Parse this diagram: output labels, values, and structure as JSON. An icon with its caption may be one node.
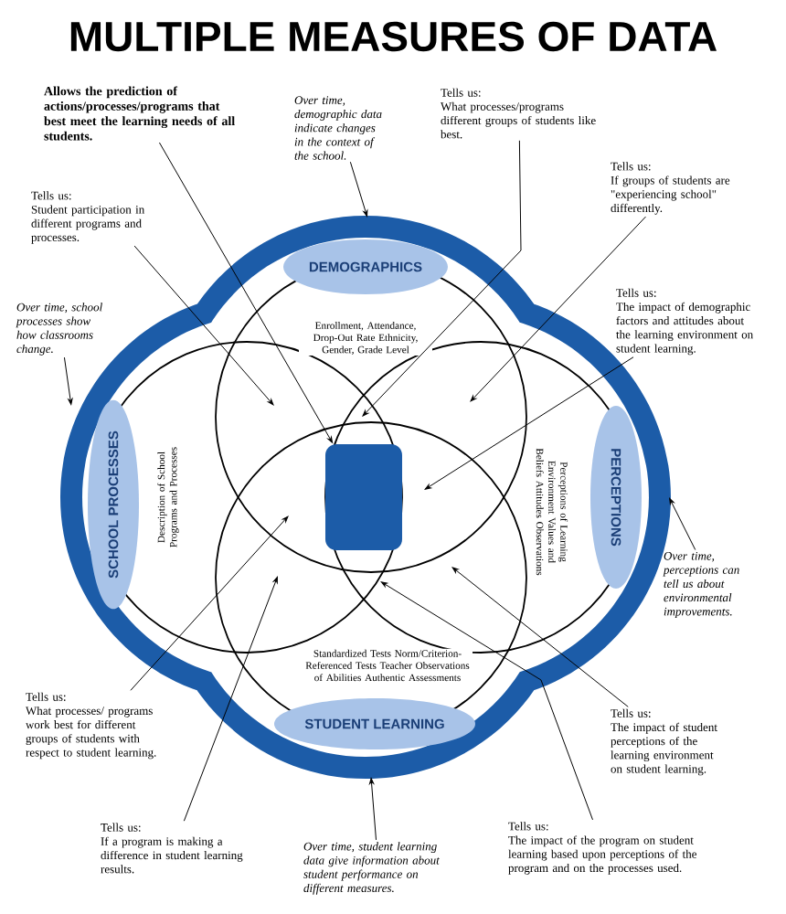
{
  "diagram": {
    "title": "MULTIPLE MEASURES OF DATA",
    "nodes": [
      {
        "text": [
          "Allows the prediction of actions/processes/programs that best meet the learning needs of all students."
        ]
      },
      {
        "text": [
          "Over time, demographic data indicate changes in the context of the school."
        ]
      },
      {
        "text": [
          "Tells us:",
          "What processes/programs different groups of students like best."
        ]
      },
      {
        "text": [
          "Tells us:",
          "If groups of students are \"experiencing school\" differently."
        ]
      },
      {
        "text": [
          "Tells us:",
          "Student participation in different programs and processes."
        ]
      },
      {
        "text": [
          "Over time, school processes show how classrooms change."
        ]
      },
      {
        "text": [
          "Tells us:",
          "The impact of demographic factors and attitudes about the learning environment on student learning."
        ]
      },
      {
        "text": [
          "Over time, perceptions can tell us about environmental improvements."
        ]
      },
      {
        "text": [
          "Tells us:",
          "What processes/ programs work best for different groups of students with respect to student learning."
        ]
      },
      {
        "text": [
          "Tells us:",
          "If a program is making a difference in student learning results."
        ]
      },
      {
        "text": [
          "Over time, student learning data give information about student performance on different measures."
        ]
      },
      {
        "text": [
          "Tells us:",
          "The impact of student perceptions of the learning environment on student learning."
        ]
      },
      {
        "text": [
          "Tells us:",
          "The impact of the program on student learning based upon perceptions of the program and on the processes used."
        ]
      },
      {
        "text": [
          "DEMOGRAPHICS"
        ]
      },
      {
        "text": [
          "SCHOOL PROCESSES"
        ]
      },
      {
        "text": [
          "PERCEPTIONS"
        ]
      },
      {
        "text": [
          "STUDENT LEARNING"
        ]
      },
      {
        "text": [],
        "shape": "box"
      }
    ],
    "edges": [
      {
        "from": 0,
        "to": 17,
        "arrow": "to"
      },
      {
        "from": 1,
        "to": null,
        "arrow": "to"
      },
      {
        "from": 2,
        "to": null,
        "arrow": "to"
      },
      {
        "from": 3,
        "to": null,
        "arrow": "to"
      },
      {
        "from": 4,
        "to": null,
        "arrow": "to"
      },
      {
        "from": 5,
        "to": null,
        "arrow": "to"
      },
      {
        "from": 6,
        "to": null,
        "arrow": "to"
      },
      {
        "from": 7,
        "to": null,
        "arrow": "to"
      },
      {
        "from": 8,
        "to": null,
        "arrow": "to"
      },
      {
        "from": 9,
        "to": null,
        "arrow": "to"
      },
      {
        "from": 10,
        "to": null,
        "arrow": "to"
      },
      {
        "from": 11,
        "to": null,
        "arrow": "to"
      },
      {
        "from": 12,
        "to": null,
        "arrow": "to"
      }
    ],
    "labels": [
      "Enrollment, Attendance, Drop-Out Rate Ethnicity, Gender, Grade Level",
      "Description of School Programs and Processes",
      "Perceptions of Learning Environment Values and Beliefs Attitudes Observations",
      "Standardized Tests Norm/Criterion-Referenced Tests Teacher Observations of Abilities Authentic Assessments"
    ]
  }
}
